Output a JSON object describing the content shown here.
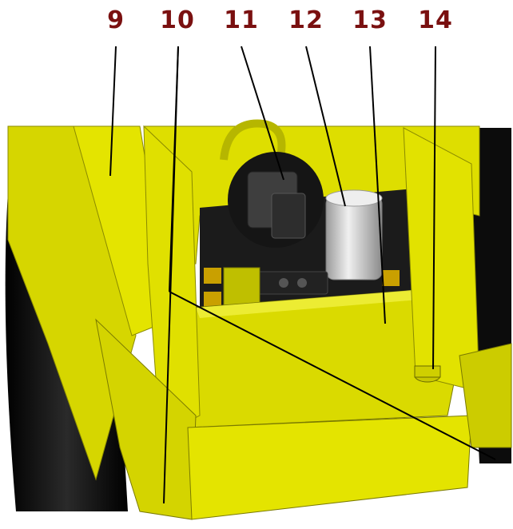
{
  "callouts": [
    {
      "label": "9"
    },
    {
      "label": "10"
    },
    {
      "label": "11"
    },
    {
      "label": "12"
    },
    {
      "label": "13"
    },
    {
      "label": "14"
    }
  ],
  "colors": {
    "label": "#7a1010",
    "leader": "#000000",
    "body_yellow": "#e6e600",
    "body_yellow_dark": "#a8a800",
    "track_black": "#111111",
    "filter_gray": "#d2d2d2",
    "motor_gray": "#3a3a3a",
    "brass": "#c9a000"
  }
}
